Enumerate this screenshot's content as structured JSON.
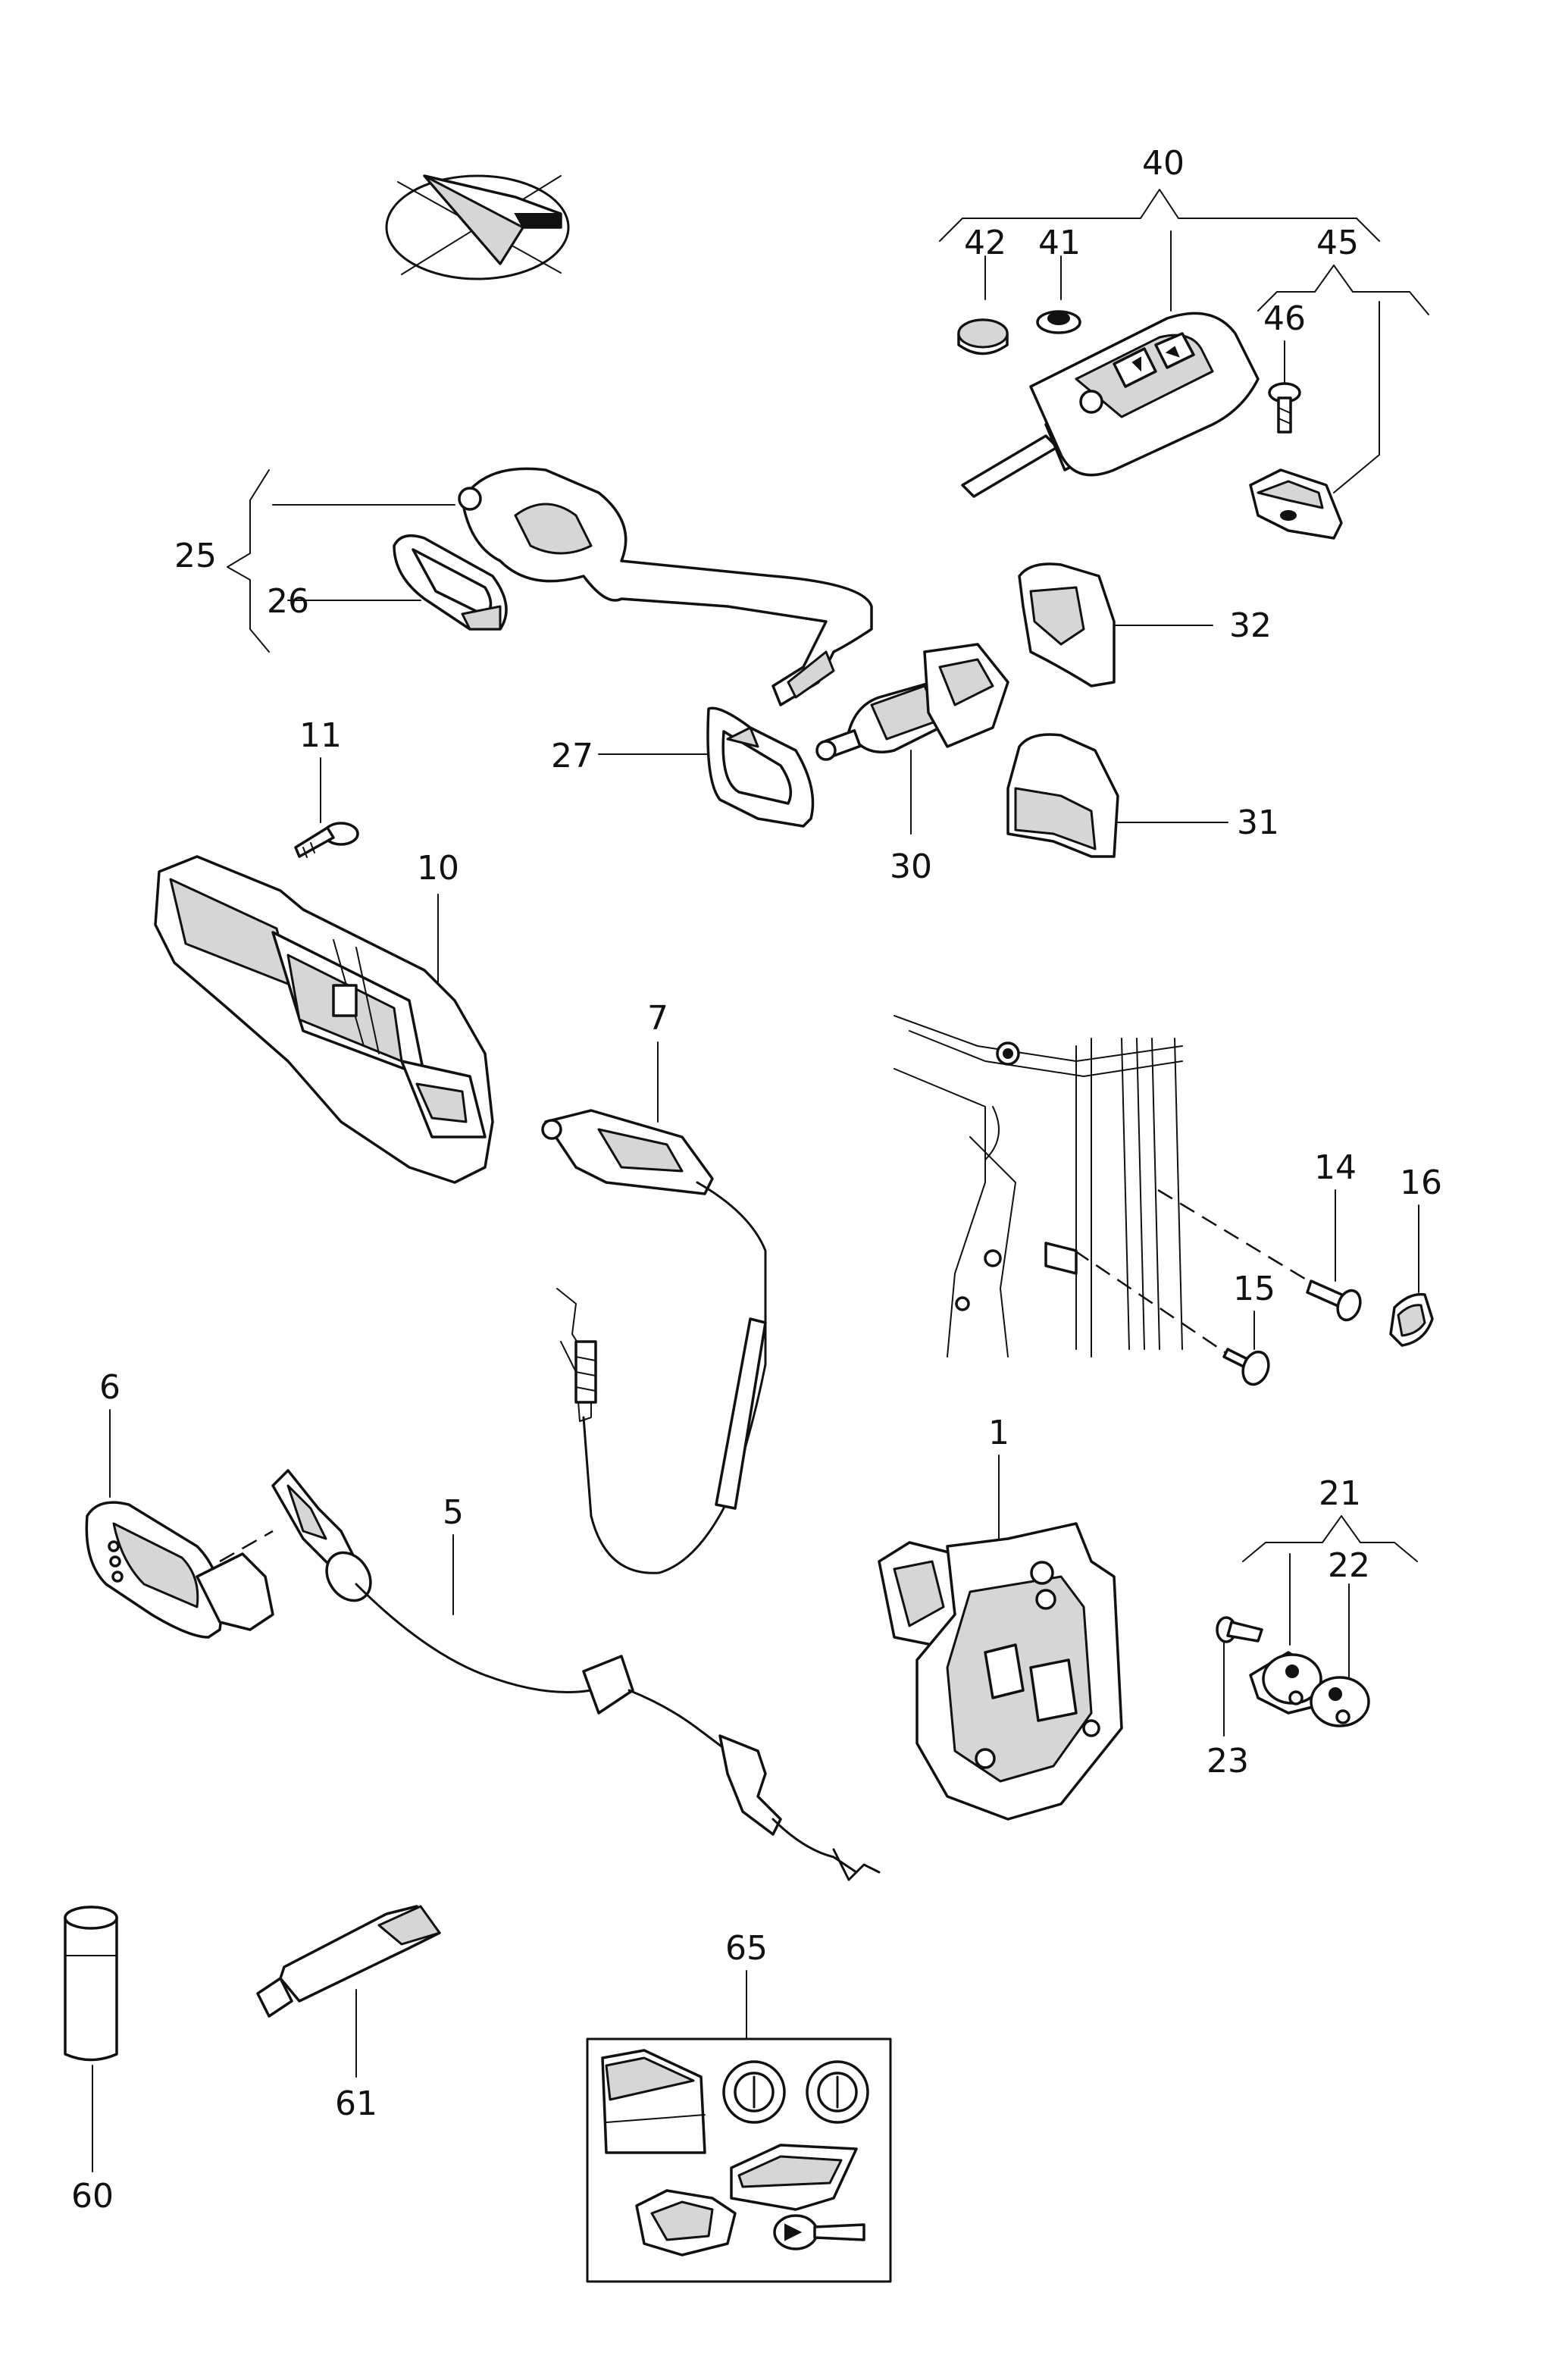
{
  "callouts": {
    "c1": "1",
    "c5": "5",
    "c6": "6",
    "c7": "7",
    "c10": "10",
    "c11": "11",
    "c14": "14",
    "c15": "15",
    "c16": "16",
    "c21": "21",
    "c22": "22",
    "c23": "23",
    "c25": "25",
    "c26": "26",
    "c27": "27",
    "c30": "30",
    "c31": "31",
    "c32": "32",
    "c40": "40",
    "c41": "41",
    "c42": "42",
    "c45": "45",
    "c46": "46",
    "c60": "60",
    "c61": "61",
    "c65": "65"
  },
  "icons": {
    "orientation": "direction-arrow-icon",
    "key": "flip-key-icon"
  }
}
